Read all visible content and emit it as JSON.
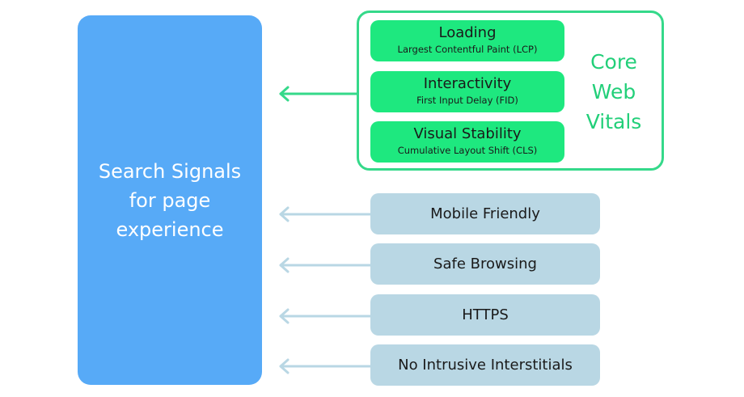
{
  "main": {
    "title": "Search Signals\nfor page\nexperience",
    "color": "#57aaf7"
  },
  "core_web_vitals": {
    "label": "Core\nWeb\nVitals",
    "accent": "#35d98a",
    "metrics": [
      {
        "name": "Loading",
        "full_name": "Largest Contentful Paint (LCP)"
      },
      {
        "name": "Interactivity",
        "full_name": "First Input Delay (FID)"
      },
      {
        "name": "Visual Stability",
        "full_name": "Cumulative Layout Shift (CLS)"
      }
    ]
  },
  "signals": [
    {
      "label": "Mobile Friendly"
    },
    {
      "label": "Safe Browsing"
    },
    {
      "label": "HTTPS"
    },
    {
      "label": "No Intrusive Interstitials"
    }
  ],
  "colors": {
    "metric_fill": "#1ee87f",
    "signal_fill": "#b9d7e4",
    "cwv_arrow": "#35d98a",
    "signal_arrow": "#b9d7e4"
  }
}
